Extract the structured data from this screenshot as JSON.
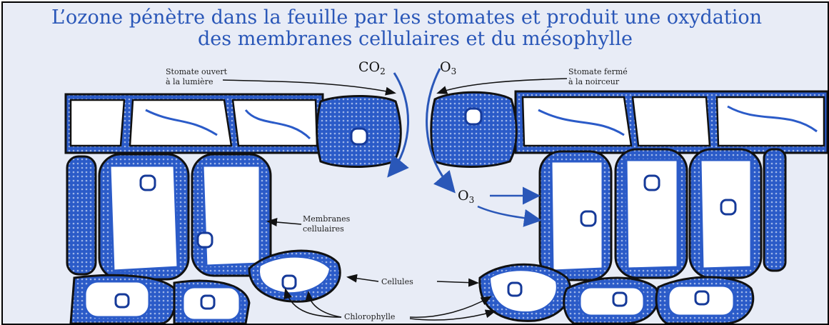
{
  "title": {
    "line1": "L’ozone pénètre dans la feuille par les stomates et produit une oxydation",
    "line2": "des membranes cellulaires et du mésophylle"
  },
  "gases": {
    "co2_main": "CO",
    "co2_sub": "2",
    "o3_top_main": "O",
    "o3_top_sub": "3",
    "o3_mid_main": "O",
    "o3_mid_sub": "3"
  },
  "labels": {
    "open_stomata_l1": "Stomate ouvert",
    "open_stomata_l2": "à la lumière",
    "closed_stomata_l1": "Stomate fermé",
    "closed_stomata_l2": "à la noirceur",
    "membranes_l1": "Membranes",
    "membranes_l2": "cellulaires",
    "cells": "Cellules",
    "chlorophyll": "Chlorophylle"
  },
  "colors": {
    "title": "#2a57b8",
    "background": "#e8ecf6",
    "cell_fill": "#2757c4",
    "arrow": "#2a57b8"
  }
}
